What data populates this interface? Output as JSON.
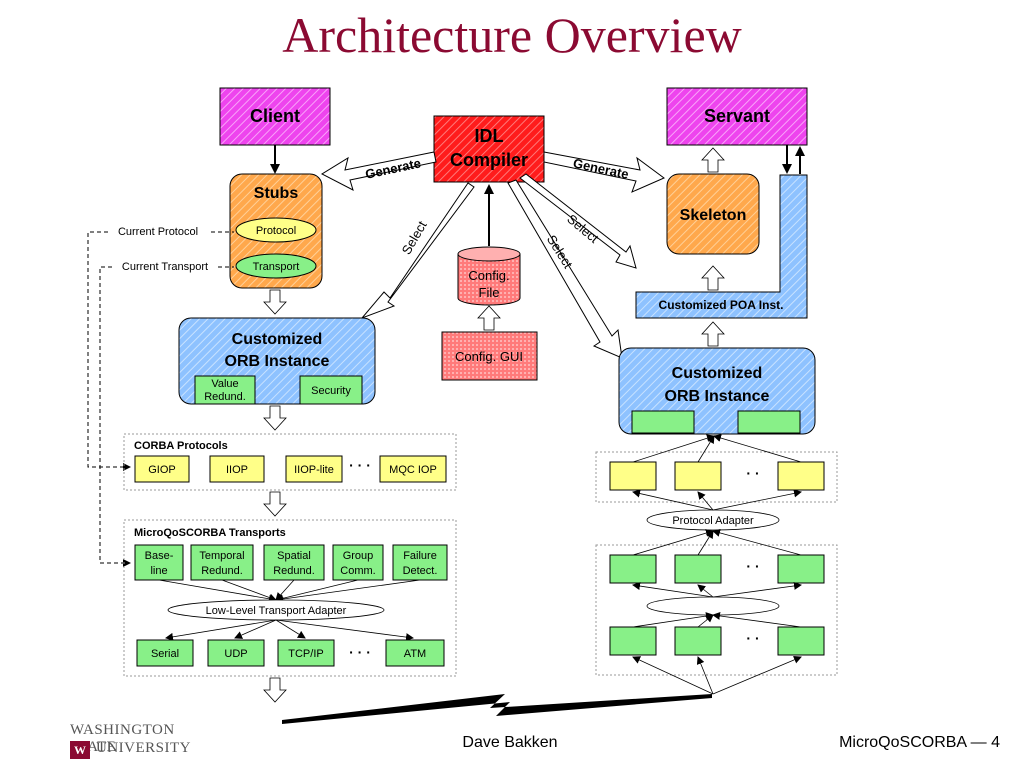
{
  "slide": {
    "title": "Architecture Overview",
    "footer_author": "Dave Bakken",
    "footer_page": "MicroQoSCORBA — 4"
  },
  "logo": {
    "line1": "WASHINGTON STATE",
    "line2": "UNIVERSITY",
    "mark": "W"
  },
  "diagram": {
    "client": "Client",
    "servant": "Servant",
    "idl_compiler_line1": "IDL",
    "idl_compiler_line2": "Compiler",
    "generate_left": "Generate",
    "generate_right": "Generate",
    "select_1": "Select",
    "select_2": "Select",
    "select_3": "Select",
    "stubs": "Stubs",
    "protocol": "Protocol",
    "transport": "Transport",
    "current_protocol": "Current Protocol",
    "current_transport": "Current Transport",
    "skeleton": "Skeleton",
    "custom_poa": "Customized POA Inst.",
    "config_file_line1": "Config.",
    "config_file_line2": "File",
    "config_gui": "Config. GUI",
    "orb_left_line1": "Customized",
    "orb_left_line2": "ORB Instance",
    "value_redund_line1": "Value",
    "value_redund_line2": "Redund.",
    "security": "Security",
    "orb_right_line1": "Customized",
    "orb_right_line2": "ORB Instance",
    "corba_protocols": "CORBA Protocols",
    "protocols": [
      "GIOP",
      "IIOP",
      "IIOP-lite",
      "MQC IOP"
    ],
    "ellipsis3": "· · ·",
    "ellipsis2": "· ·",
    "transports_title": "MicroQoSCORBA Transports",
    "transports": [
      {
        "line1": "Base-",
        "line2": "line"
      },
      {
        "line1": "Temporal",
        "line2": "Redund."
      },
      {
        "line1": "Spatial",
        "line2": "Redund."
      },
      {
        "line1": "Group",
        "line2": "Comm."
      },
      {
        "line1": "Failure",
        "line2": "Detect."
      }
    ],
    "low_level_adapter": "Low-Level Transport Adapter",
    "networks": [
      "Serial",
      "UDP",
      "TCP/IP",
      "ATM"
    ],
    "protocol_adapter": "Protocol Adapter"
  },
  "colors": {
    "title": "#8b0a32",
    "magenta": "#f040f0",
    "red": "#ff2020",
    "orange": "#ffaa55",
    "blue": "#8ec2ff",
    "green": "#88f088",
    "yellow": "#ffff88",
    "pink": "#ff8080"
  }
}
